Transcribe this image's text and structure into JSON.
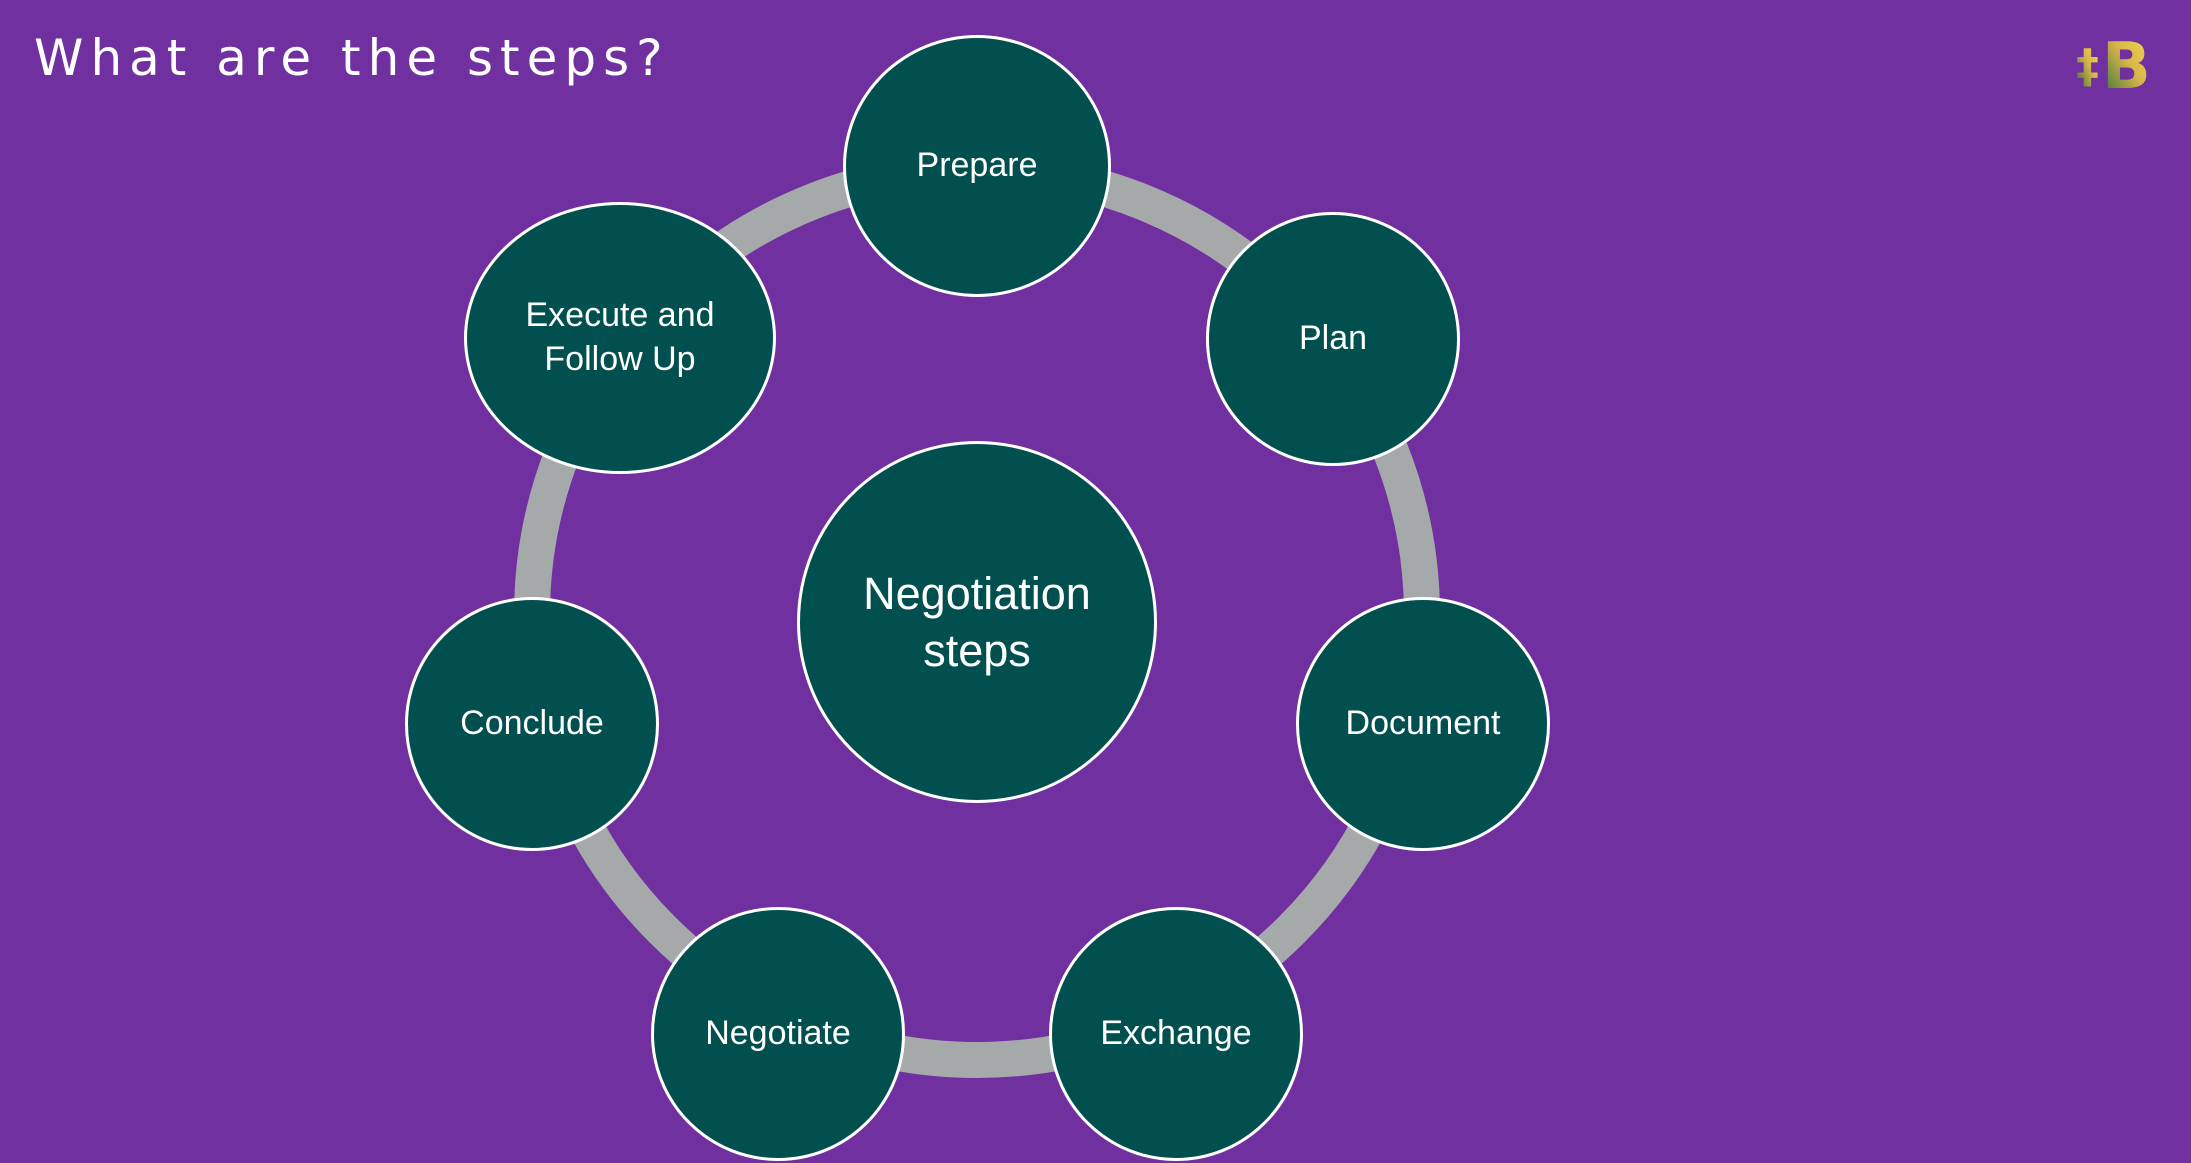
{
  "slide": {
    "title": "What are the steps?"
  },
  "logo": {
    "icon": "brand-logo-icon",
    "letter": "B",
    "colors": [
      "#1f6b3a",
      "#d9b54a",
      "#f2e14c",
      "#ffffff"
    ]
  },
  "diagram": {
    "type": "cycle",
    "center_label": "Negotiation\nsteps",
    "steps": [
      {
        "label": "Prepare"
      },
      {
        "label": "Plan"
      },
      {
        "label": "Document"
      },
      {
        "label": "Exchange"
      },
      {
        "label": "Negotiate"
      },
      {
        "label": "Conclude"
      },
      {
        "label": "Execute and\nFollow Up"
      }
    ]
  },
  "colors": {
    "background": "#7030a0",
    "node_fill": "#024f50",
    "node_border": "#ffffff",
    "ring": "#a5a9aa",
    "text": "#ffffff"
  }
}
